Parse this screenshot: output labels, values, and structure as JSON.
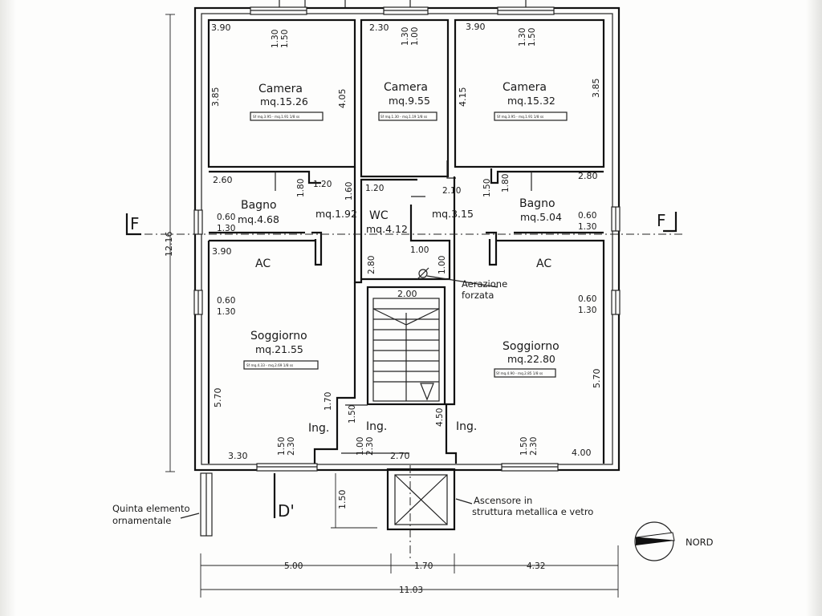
{
  "rooms": {
    "camera_left": {
      "name": "Camera",
      "area": "mq.15.26",
      "sf": "Sf mq.3.95 - mq.1.91 1/8 ss"
    },
    "camera_mid": {
      "name": "Camera",
      "area": "mq.9.55",
      "sf": "Sf mq.1.30 - mq.1.19 1/8 ss"
    },
    "camera_right": {
      "name": "Camera",
      "area": "mq.15.32",
      "sf": "Sf mq.3.95 - mq.1.91 1/8 ss"
    },
    "bagno_left": {
      "name": "Bagno",
      "area": "mq.4.68"
    },
    "bagno_right": {
      "name": "Bagno",
      "area": "mq.5.04"
    },
    "wc": {
      "name": "WC",
      "area": "mq.4.12"
    },
    "corridor_left": {
      "area": "mq.1.92"
    },
    "corridor_right": {
      "area": "mq.3.15"
    },
    "soggiorno_left": {
      "name": "Soggiorno",
      "area": "mq.21.55",
      "sf": "Sf mq.4.33 - mq.2.69 1/8 ss"
    },
    "soggiorno_right": {
      "name": "Soggiorno",
      "area": "mq.22.80",
      "sf": "Sf mq.4.90 - mq.2.85 1/8 ss"
    },
    "ac_left": "AC",
    "ac_right": "AC",
    "ing_left": "Ing.",
    "ing_mid": "Ing.",
    "ing_right": "Ing."
  },
  "dimensions": {
    "d_390a": "3.90",
    "d_150a": "1.50",
    "d_130a": "1.30",
    "d_230": "2.30",
    "d_100a": "1.00",
    "d_130b": "1.30",
    "d_390b": "3.90",
    "d_150b": "1.50",
    "d_130c": "1.30",
    "d_385a": "3.85",
    "d_405": "4.05",
    "d_415": "4.15",
    "d_385b": "3.85",
    "d_260": "2.60",
    "d_180a": "1.80",
    "d_120a": "1.20",
    "d_160": "1.60",
    "d_120b": "1.20",
    "d_210": "2.10",
    "d_150c": "1.50",
    "d_180b": "1.80",
    "d_280a": "2.80",
    "d_060a": "0.60",
    "d_130d": "1.30",
    "d_060b": "0.60",
    "d_130e": "1.30",
    "d_100b": "1.00",
    "d_280b": "2.80",
    "d_100c": "1.00",
    "d_390c": "3.90",
    "d_060c": "0.60",
    "d_130f": "1.30",
    "d_060d": "0.60",
    "d_130g": "1.30",
    "d_200": "2.00",
    "d_570a": "5.70",
    "d_570b": "5.70",
    "d_170a": "1.70",
    "d_150d": "1.50",
    "d_450": "4.50",
    "d_330": "3.30",
    "d_150e": "1.50",
    "d_230b": "2.30",
    "d_100d": "1.00",
    "d_230c": "2.30",
    "d_270": "2.70",
    "d_150f": "1.50",
    "d_230d": "2.30",
    "d_400": "4.00",
    "d_150g": "1.50",
    "d_1216": "12.16",
    "d_500": "5.00",
    "d_170b": "1.70",
    "d_432": "4.32",
    "d_1103": "11.03"
  },
  "annotations": {
    "aerazione_1": "Aerazione",
    "aerazione_2": "forzata",
    "ascensore_1": "Ascensore in",
    "ascensore_2": "struttura metallica e vetro",
    "quinta_1": "Quinta elemento",
    "quinta_2": "ornamentale",
    "north": "NORD",
    "section_f_left": "F",
    "section_f_right": "F",
    "section_d": "D'"
  },
  "colors": {
    "line": "#111111",
    "paper": "#fdfdfc"
  }
}
